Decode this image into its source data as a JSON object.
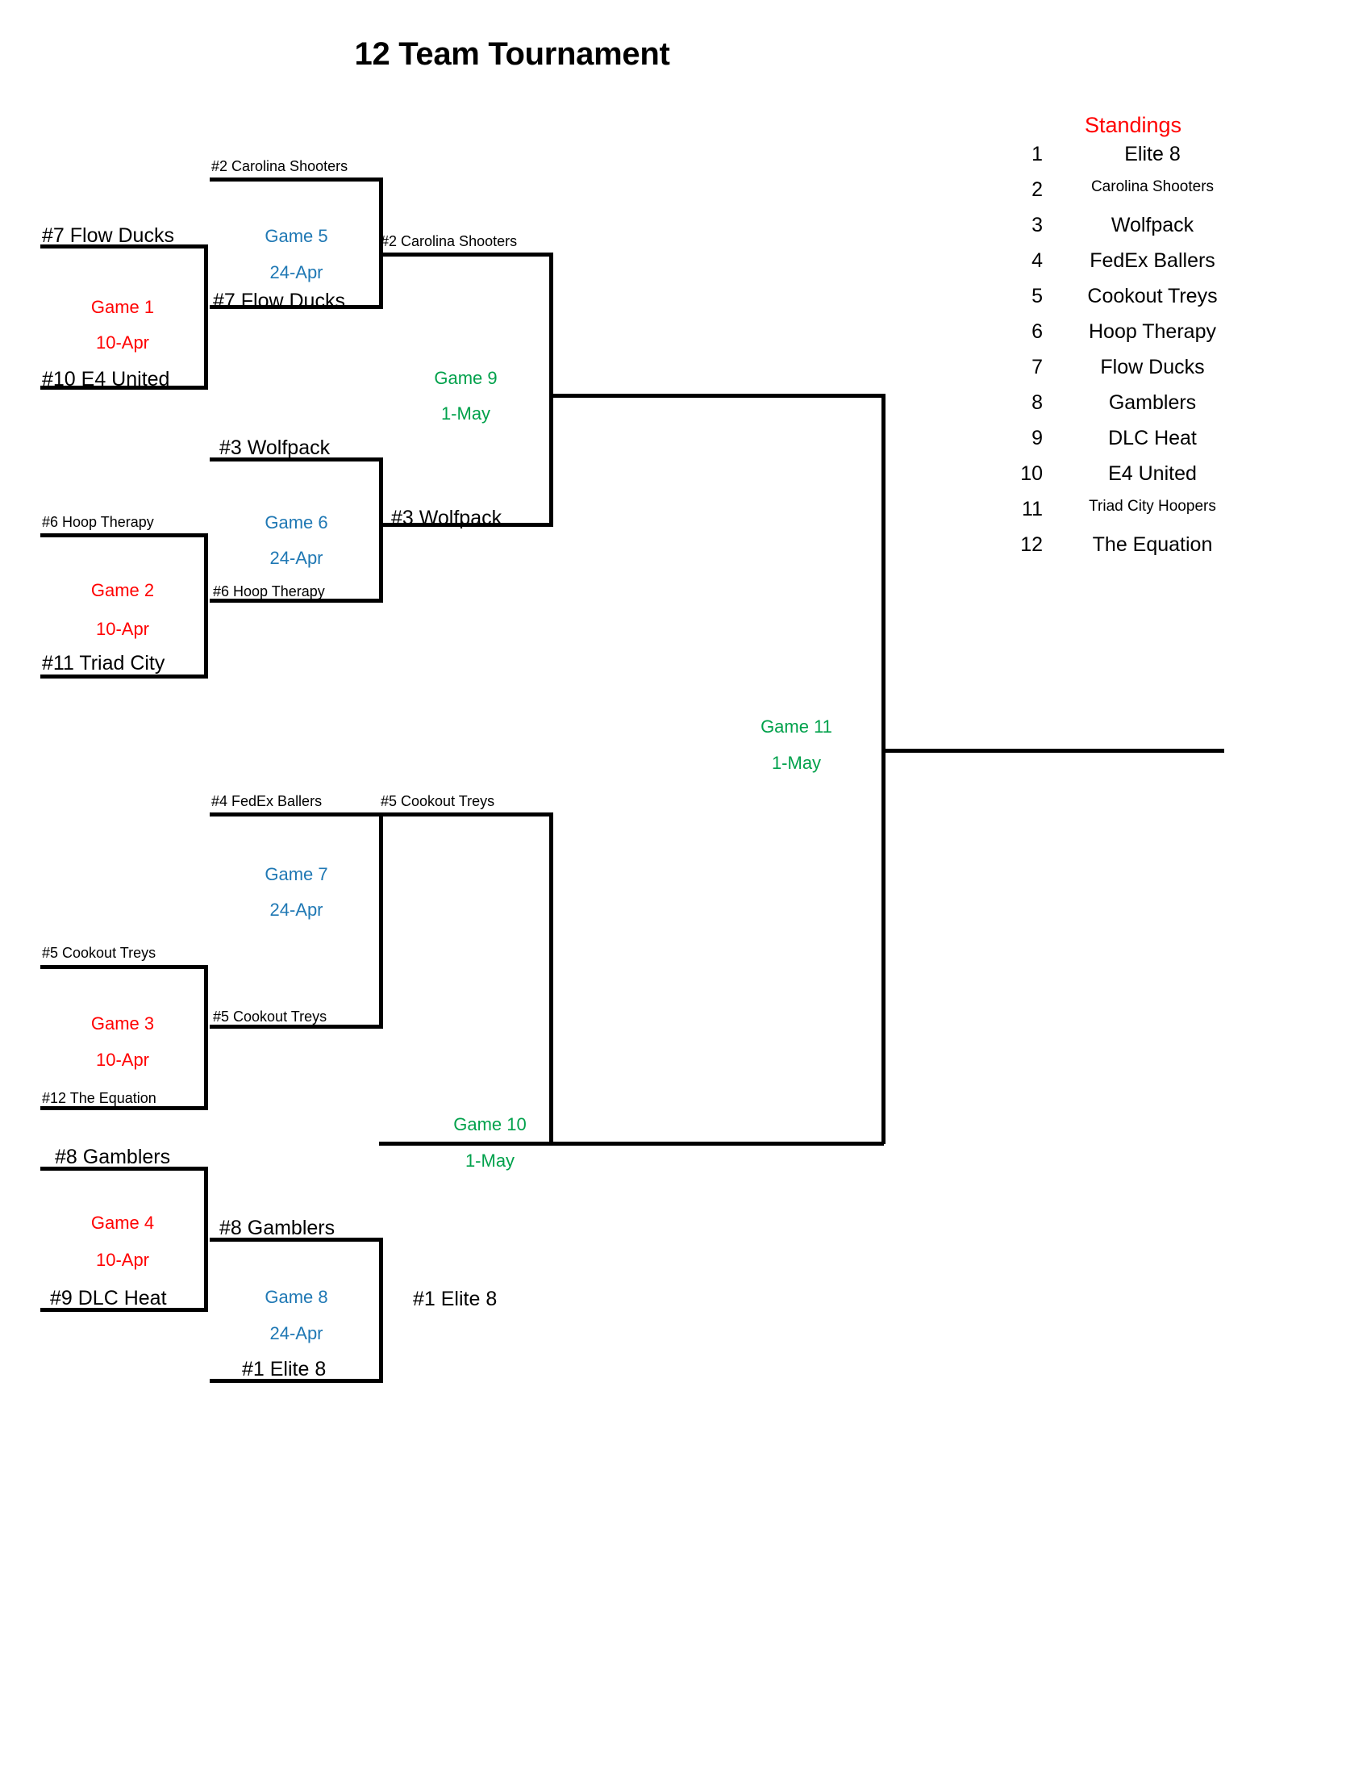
{
  "page": {
    "title": "12 Team Tournament"
  },
  "standings": {
    "heading": "Standings",
    "heading_color": "#FF0000",
    "rows": [
      {
        "rank": "1",
        "team": "Elite 8"
      },
      {
        "rank": "2",
        "team": "Carolina Shooters"
      },
      {
        "rank": "3",
        "team": "Wolfpack"
      },
      {
        "rank": "4",
        "team": "FedEx Ballers"
      },
      {
        "rank": "5",
        "team": "Cookout Treys"
      },
      {
        "rank": "6",
        "team": "Hoop Therapy"
      },
      {
        "rank": "7",
        "team": "Flow Ducks"
      },
      {
        "rank": "8",
        "team": "Gamblers"
      },
      {
        "rank": "9",
        "team": "DLC Heat"
      },
      {
        "rank": "10",
        "team": "E4 United"
      },
      {
        "rank": "11",
        "team": "Triad City Hoopers"
      },
      {
        "rank": "12",
        "team": "The Equation"
      }
    ]
  },
  "legend_colors": {
    "round1": "#FF0000",
    "round2": "#1F78B4",
    "round3": "#00A14B"
  },
  "bracket": {
    "round1": [
      {
        "game_label": "Game 1",
        "date": "10-Apr",
        "top_seed": "#7 Flow Ducks",
        "bottom_seed": "#10 E4 United"
      },
      {
        "game_label": "Game 2",
        "date": "10-Apr",
        "top_seed": "#6 Hoop Therapy",
        "bottom_seed": "#11 Triad City"
      },
      {
        "game_label": "Game 3",
        "date": "10-Apr",
        "top_seed": "#5 Cookout Treys",
        "bottom_seed": "#12 The Equation"
      },
      {
        "game_label": "Game 4",
        "date": "10-Apr",
        "top_seed": "#8 Gamblers",
        "bottom_seed": "#9 DLC Heat"
      }
    ],
    "round2": [
      {
        "game_label": "Game 5",
        "date": "24-Apr",
        "top_seed": "#2 Carolina Shooters",
        "bottom_seed": "#7 Flow Ducks"
      },
      {
        "game_label": "Game 6",
        "date": "24-Apr",
        "top_seed": "#3 Wolfpack",
        "bottom_seed": "#6 Hoop Therapy"
      },
      {
        "game_label": "Game 7",
        "date": "24-Apr",
        "top_seed": "#4 FedEx Ballers",
        "bottom_seed": "#5 Cookout Treys"
      },
      {
        "game_label": "Game 8",
        "date": "24-Apr",
        "top_seed": "#8 Gamblers",
        "bottom_seed": "#1 Elite 8"
      }
    ],
    "round3": [
      {
        "game_label": "Game 9",
        "date": "1-May",
        "top_seed": "#2 Carolina Shooters",
        "bottom_seed": "#3 Wolfpack"
      },
      {
        "game_label": "Game 10",
        "date": "1-May",
        "top_seed": "#5 Cookout Treys",
        "bottom_seed": "#1 Elite 8"
      }
    ],
    "final": {
      "game_label": "Game 11",
      "date": "1-May"
    }
  }
}
